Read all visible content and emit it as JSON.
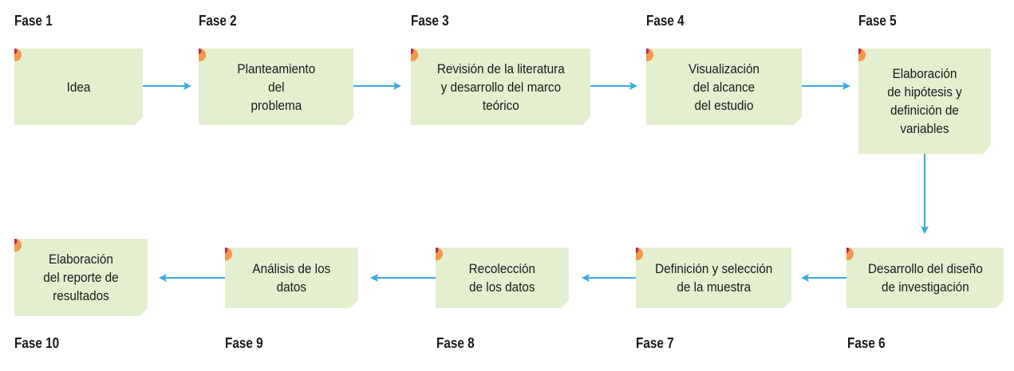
{
  "diagram": {
    "colors": {
      "box_fill": "#e3efcf",
      "arrow": "#3aa8e0",
      "corner_outer": "#f29a4a",
      "corner_inner": "#c0245a"
    },
    "phases": [
      {
        "label": "Fase 1",
        "text": "Idea"
      },
      {
        "label": "Fase 2",
        "text": "Planteamiento\ndel\nproblema"
      },
      {
        "label": "Fase 3",
        "text": "Revisión de la literatura\ny desarrollo del marco\nteórico"
      },
      {
        "label": "Fase 4",
        "text": "Visualización\ndel alcance\ndel estudio"
      },
      {
        "label": "Fase 5",
        "text": "Elaboración\nde hipótesis y\ndefinición de\nvariables"
      },
      {
        "label": "Fase 6",
        "text": "Desarrollo del diseño\nde investigación"
      },
      {
        "label": "Fase 7",
        "text": "Definición y selección\nde la muestra"
      },
      {
        "label": "Fase 8",
        "text": "Recolección\nde los datos"
      },
      {
        "label": "Fase 9",
        "text": "Análisis de los\ndatos"
      },
      {
        "label": "Fase 10",
        "text": "Elaboración\ndel reporte de\nresultados"
      }
    ]
  }
}
